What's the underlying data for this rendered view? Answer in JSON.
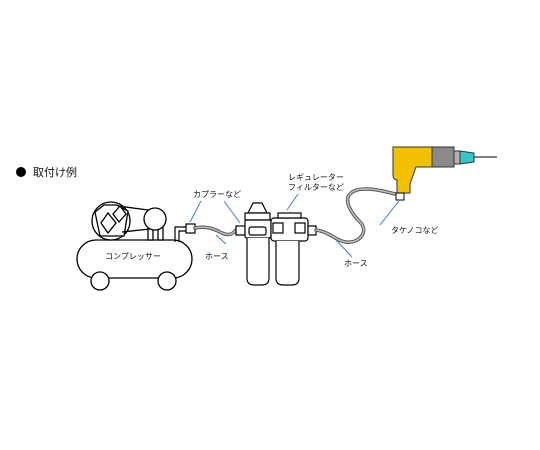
{
  "heading": {
    "bullet_icon": "filled-circle-icon",
    "text": "取付け例"
  },
  "labels": {
    "compressor": "コンプレッサー",
    "coupler": "カプラーなど",
    "hose_left": "ホース",
    "regulator_line1": "レギュレーター",
    "regulator_line2": "フィルターなど",
    "hose_right": "ホース",
    "takenoko": "タケノコなど"
  },
  "colors": {
    "tool_body": "#f2c200",
    "tool_gray": "#8a8a8a",
    "nozzle": "#33c6c6",
    "leader": "#3a7fd0",
    "hose": "#777777"
  }
}
